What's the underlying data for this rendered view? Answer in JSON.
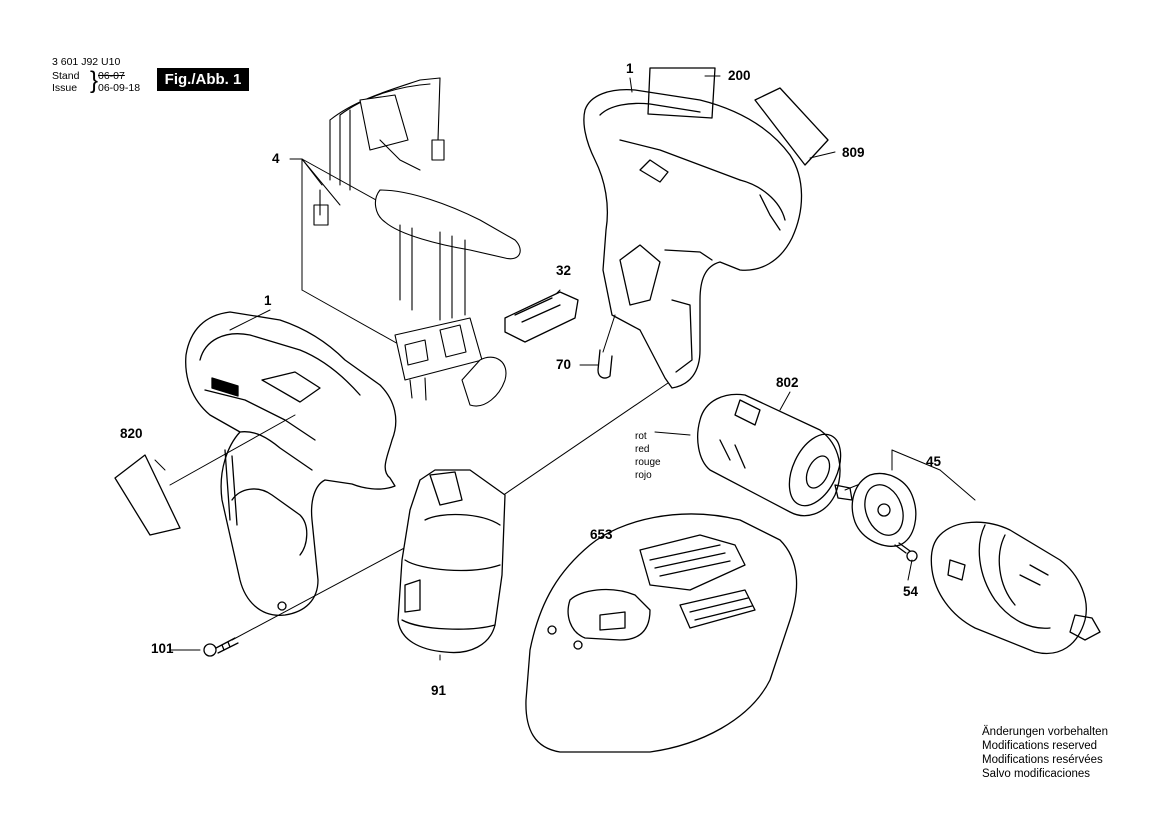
{
  "header": {
    "doc_number": "3 601 J92 U10",
    "stand_label": "Stand",
    "issue_label": "Issue",
    "date_old": "06-07",
    "date_new": "06-09-18",
    "figure_label": "Fig./Abb. 1"
  },
  "parts": {
    "p1_left": "1",
    "p1_top": "1",
    "p4": "4",
    "p32": "32",
    "p70": "70",
    "p200": "200",
    "p809": "809",
    "p820": "820",
    "p802": "802",
    "p45": "45",
    "p54": "54",
    "p653": "653",
    "p101": "101",
    "p91": "91"
  },
  "wire_colors": [
    "rot",
    "red",
    "rouge",
    "rojo"
  ],
  "notice": [
    "Änderungen vorbehalten",
    "Modifications reserved",
    "Modifications resérvées",
    "Salvo modificaciones"
  ]
}
